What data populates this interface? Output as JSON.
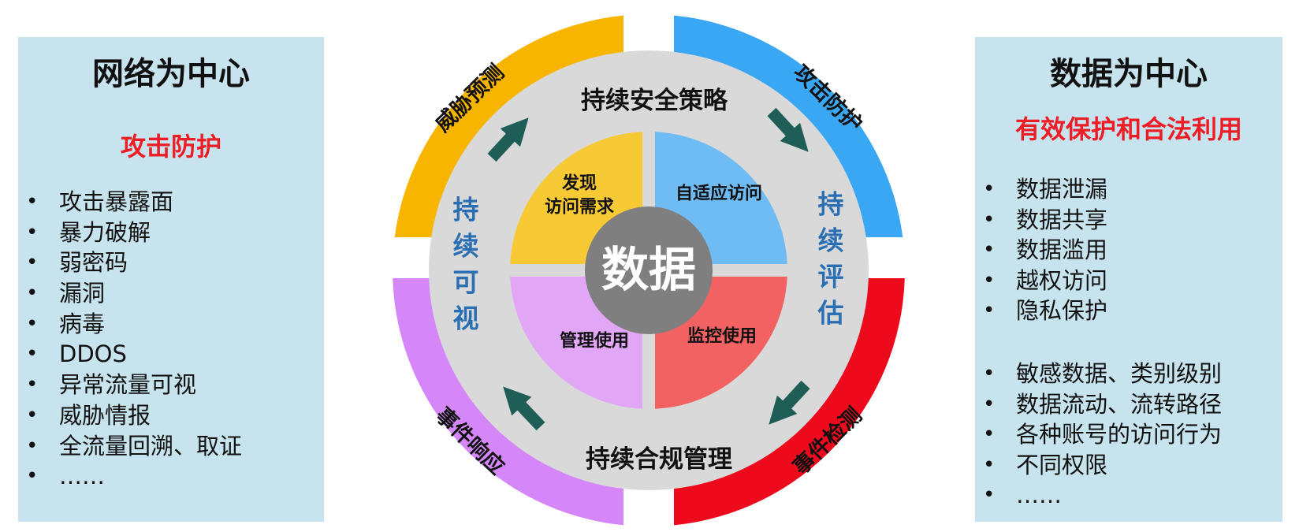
{
  "left_panel": {
    "title": "网络为中心",
    "subtitle": "攻击防护",
    "items": [
      "攻击暴露面",
      "暴力破解",
      "弱密码",
      "漏洞",
      "病毒",
      "DDOS",
      "异常流量可视",
      "威胁情报",
      "全流量回溯、取证",
      "……"
    ]
  },
  "right_panel": {
    "title": "数据为中心",
    "subtitle": "有效保护和合法利用",
    "items_group1": [
      "数据泄漏",
      "数据共享",
      "数据滥用",
      "越权访问",
      "隐私保护"
    ],
    "items_group2": [
      "敏感数据、类别级别",
      "数据流动、流转路径",
      "各种账号的访问行为",
      "不同权限",
      "……"
    ]
  },
  "diagram": {
    "center_label": "数据",
    "outer_segments": {
      "top_left": "威胁预测",
      "top_right": "攻击防护",
      "bottom_right": "事件检测",
      "bottom_left": "事件响应"
    },
    "middle_ring": {
      "top": "持续安全策略",
      "bottom": "持续合规管理",
      "left": "持续可视",
      "right": "持续评估"
    },
    "inner_quadrants": {
      "top_left_line1": "发现",
      "top_left_line2": "访问需求",
      "top_right": "自适应访问",
      "bottom_right": "监控使用",
      "bottom_left": "管理使用"
    },
    "colors": {
      "yellow": "#f7b500",
      "blue": "#3aa7f5",
      "red": "#ee0a1d",
      "purple": "#d587fa",
      "ring_gray": "#d9d9d9",
      "center_gray": "#7f7f7f",
      "inner_yellow": "#f7c935",
      "inner_blue": "#6fbcf5",
      "inner_red": "#f26262",
      "inner_purple": "#e2a6f7",
      "arrow_green": "#1e5e57",
      "side_text_blue": "#2a6fb3",
      "panel_bg": "#c7e4ee",
      "subtitle_red": "#ee1c25"
    }
  }
}
